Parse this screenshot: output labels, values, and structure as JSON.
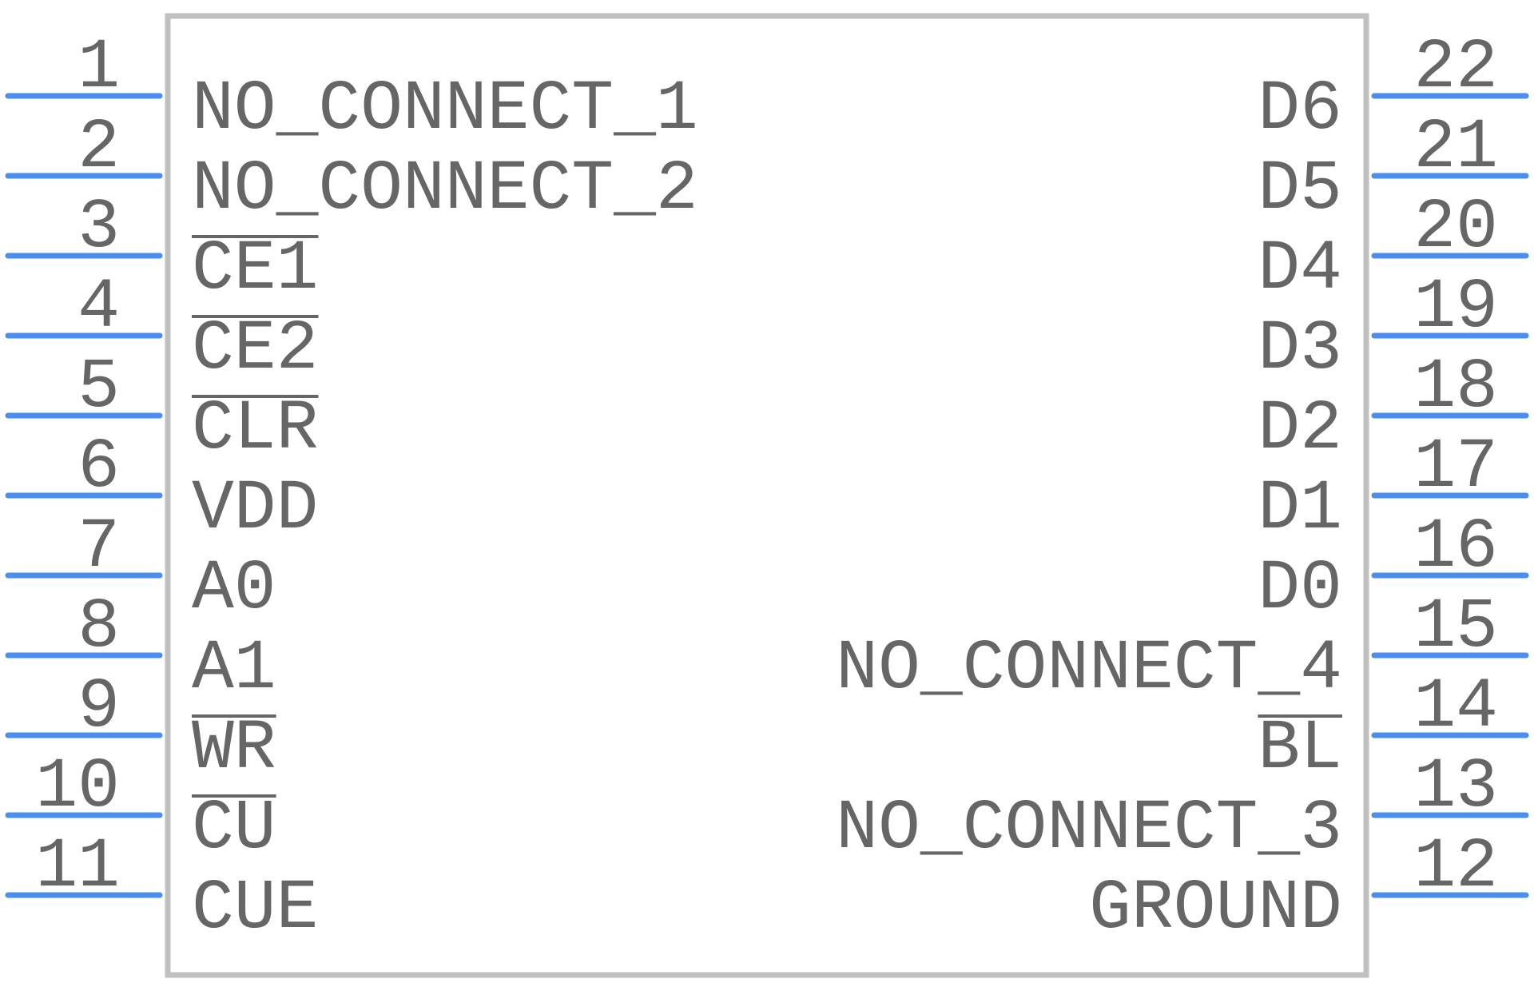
{
  "component": {
    "left_pins": [
      {
        "number": "1",
        "name": "NO_CONNECT_1",
        "overbar": false
      },
      {
        "number": "2",
        "name": "NO_CONNECT_2",
        "overbar": false
      },
      {
        "number": "3",
        "name": "CE1",
        "overbar": true
      },
      {
        "number": "4",
        "name": "CE2",
        "overbar": true
      },
      {
        "number": "5",
        "name": "CLR",
        "overbar": true
      },
      {
        "number": "6",
        "name": "VDD",
        "overbar": false
      },
      {
        "number": "7",
        "name": "A0",
        "overbar": false
      },
      {
        "number": "8",
        "name": "A1",
        "overbar": false
      },
      {
        "number": "9",
        "name": "WR",
        "overbar": true
      },
      {
        "number": "10",
        "name": "CU",
        "overbar": true
      },
      {
        "number": "11",
        "name": "CUE",
        "overbar": false
      }
    ],
    "right_pins": [
      {
        "number": "22",
        "name": "D6",
        "overbar": false
      },
      {
        "number": "21",
        "name": "D5",
        "overbar": false
      },
      {
        "number": "20",
        "name": "D4",
        "overbar": false
      },
      {
        "number": "19",
        "name": "D3",
        "overbar": false
      },
      {
        "number": "18",
        "name": "D2",
        "overbar": false
      },
      {
        "number": "17",
        "name": "D1",
        "overbar": false
      },
      {
        "number": "16",
        "name": "D0",
        "overbar": false
      },
      {
        "number": "15",
        "name": "NO_CONNECT_4",
        "overbar": false
      },
      {
        "number": "14",
        "name": "BL",
        "overbar": true
      },
      {
        "number": "13",
        "name": "NO_CONNECT_3",
        "overbar": false
      },
      {
        "number": "12",
        "name": "GROUND",
        "overbar": false
      }
    ],
    "colors": {
      "pin_line": "#4a8ff0",
      "body_outline": "#c0c0c0",
      "text": "#666666"
    }
  }
}
